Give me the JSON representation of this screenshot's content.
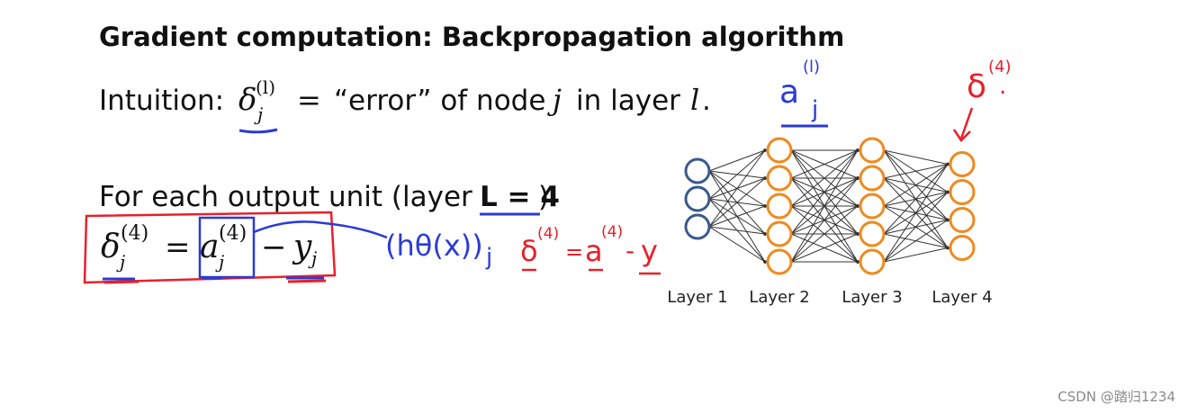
{
  "slide": {
    "title": "Gradient computation: Backpropagation algorithm",
    "intuition": {
      "prefix": "Intuition:",
      "delta_symbol": "δ",
      "delta_sub": "j",
      "delta_sup": "(l)",
      "equals": "=",
      "text_mid": "“error” of node",
      "node_var": "j",
      "text_in": "in layer",
      "layer_var": "l",
      "period": "."
    },
    "output_line": {
      "prefix": "For each output unit (layer",
      "l_eq": "L = 4",
      "suffix": ")"
    },
    "equation": {
      "delta": "δ",
      "delta_sub": "j",
      "delta_sup": "(4)",
      "equals": "=",
      "a": "a",
      "a_sub": "j",
      "a_sup": "(4)",
      "minus": "−",
      "y": "y",
      "y_sub": "j"
    }
  },
  "annotations": {
    "a_j_l": {
      "base": "a",
      "sub": "j",
      "sup": "(l)"
    },
    "delta_4": {
      "base": "δ",
      "sup": "(4)",
      "dot": "."
    },
    "h_theta": {
      "text": "(hθ(x))",
      "sub": "j"
    },
    "vector_eq": {
      "delta": "δ",
      "delta_sup": "(4)",
      "eq": "=",
      "a": "a",
      "a_sup": "(4)",
      "minus": "-",
      "y": "y"
    }
  },
  "network": {
    "layers": [
      {
        "label": "Layer 1",
        "nodes": 3,
        "color": "#3a5a8c"
      },
      {
        "label": "Layer 2",
        "nodes": 5,
        "color": "#ef8a1e"
      },
      {
        "label": "Layer 3",
        "nodes": 5,
        "color": "#ef8a1e"
      },
      {
        "label": "Layer 4",
        "nodes": 4,
        "color": "#ef8a1e"
      }
    ]
  },
  "colors": {
    "ink_blue": "#2a3bd6",
    "ink_red": "#e8202a",
    "input_node": "#3a5a8c",
    "hidden_node": "#ef8a1e"
  },
  "watermark": "CSDN @踏归1234"
}
